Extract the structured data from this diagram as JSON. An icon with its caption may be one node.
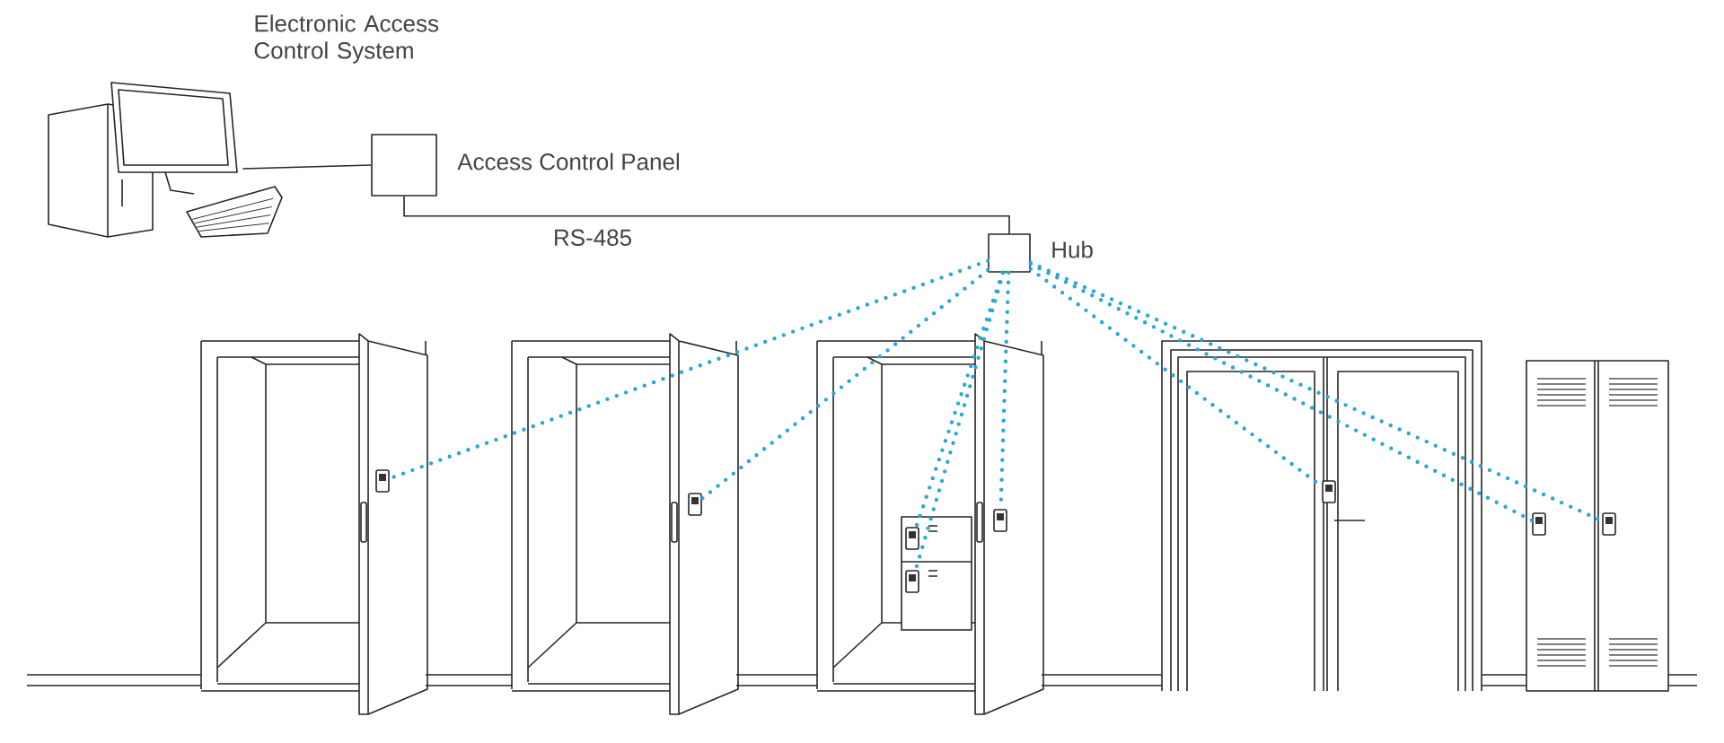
{
  "diagram": {
    "nodes": [
      {
        "text": [],
        "shape": "picture"
      },
      {
        "text": [
          "Access Control Panel"
        ]
      },
      {
        "text": [
          "Hub"
        ]
      },
      {
        "text": [],
        "shape": "picture"
      },
      {
        "text": [],
        "shape": "picture"
      },
      {
        "text": [],
        "shape": "picture"
      },
      {
        "text": [],
        "shape": "picture"
      },
      {
        "text": [],
        "shape": "picture"
      },
      {
        "text": [],
        "shape": "picture"
      },
      {
        "text": [],
        "shape": "picture"
      },
      {
        "text": [],
        "shape": "picture"
      }
    ],
    "edges": [
      {
        "from": 0,
        "to": 1,
        "arrow": "none",
        "color": "#262626"
      },
      {
        "from": 1,
        "to": 2,
        "arrow": "none",
        "label": "RS-485",
        "color": "#262626"
      },
      {
        "from": 2,
        "to": 3,
        "arrow": "none",
        "style": "dashed",
        "color": "#2aa6d8"
      },
      {
        "from": 2,
        "to": 4,
        "arrow": "none",
        "style": "dashed",
        "color": "#2aa6d8"
      },
      {
        "from": 2,
        "to": 5,
        "arrow": "none",
        "style": "dashed",
        "color": "#2aa6d8"
      },
      {
        "from": 2,
        "to": 6,
        "arrow": "none",
        "style": "dashed",
        "color": "#2aa6d8"
      },
      {
        "from": 2,
        "to": 7,
        "arrow": "none",
        "style": "dashed",
        "color": "#2aa6d8"
      },
      {
        "from": 2,
        "to": 8,
        "arrow": "none",
        "style": "dashed",
        "color": "#2aa6d8"
      },
      {
        "from": 2,
        "to": 9,
        "arrow": "none",
        "style": "dashed",
        "color": "#2aa6d8"
      },
      {
        "from": 2,
        "to": 10,
        "arrow": "none",
        "style": "dashed",
        "color": "#2aa6d8"
      }
    ],
    "labels": [
      "Electronic Access Control System"
    ]
  }
}
